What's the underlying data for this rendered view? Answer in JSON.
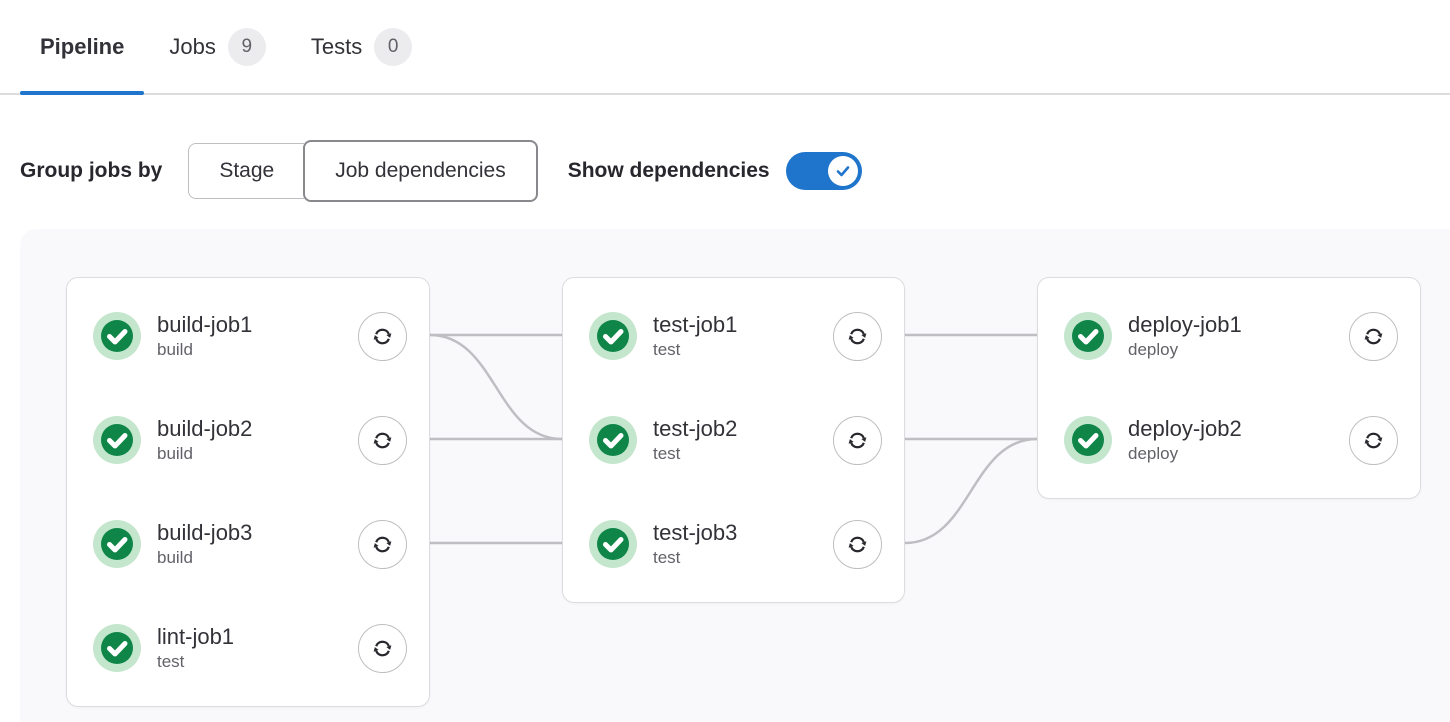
{
  "tabs": {
    "pipeline": {
      "label": "Pipeline"
    },
    "jobs": {
      "label": "Jobs",
      "count": "9"
    },
    "tests": {
      "label": "Tests",
      "count": "0"
    }
  },
  "controls": {
    "group_jobs_by_label": "Group jobs by",
    "stage_button": "Stage",
    "job_dependencies_button": "Job dependencies",
    "show_dependencies_label": "Show dependencies",
    "show_dependencies_enabled": true
  },
  "colors": {
    "accent_blue": "#1f75cb",
    "success_green": "#108548",
    "success_ring_green": "#c3e6cd",
    "dependency_line_gray": "#bfbfc3"
  },
  "pipeline_graph": {
    "columns": [
      {
        "jobs": [
          {
            "name": "build-job1",
            "stage": "build",
            "status": "success"
          },
          {
            "name": "build-job2",
            "stage": "build",
            "status": "success"
          },
          {
            "name": "build-job3",
            "stage": "build",
            "status": "success"
          },
          {
            "name": "lint-job1",
            "stage": "test",
            "status": "success"
          }
        ]
      },
      {
        "jobs": [
          {
            "name": "test-job1",
            "stage": "test",
            "status": "success"
          },
          {
            "name": "test-job2",
            "stage": "test",
            "status": "success"
          },
          {
            "name": "test-job3",
            "stage": "test",
            "status": "success"
          }
        ]
      },
      {
        "jobs": [
          {
            "name": "deploy-job1",
            "stage": "deploy",
            "status": "success"
          },
          {
            "name": "deploy-job2",
            "stage": "deploy",
            "status": "success"
          }
        ]
      }
    ],
    "dependencies": [
      {
        "from": "build-job1",
        "to": "test-job1"
      },
      {
        "from": "build-job1",
        "to": "test-job2"
      },
      {
        "from": "build-job2",
        "to": "test-job2"
      },
      {
        "from": "build-job3",
        "to": "test-job3"
      },
      {
        "from": "test-job1",
        "to": "deploy-job1"
      },
      {
        "from": "test-job2",
        "to": "deploy-job2"
      },
      {
        "from": "test-job3",
        "to": "deploy-job2"
      }
    ]
  }
}
